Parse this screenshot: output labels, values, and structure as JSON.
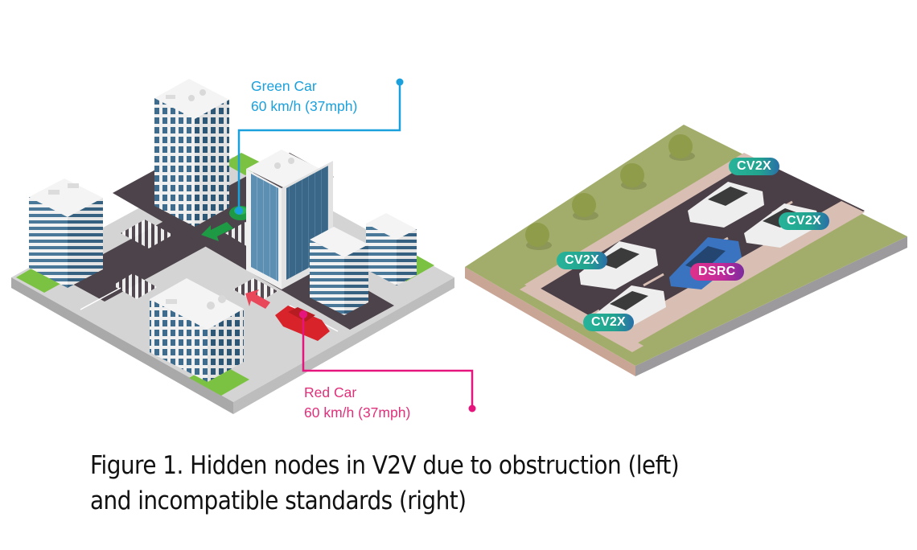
{
  "figure": {
    "left_scene": {
      "callouts": [
        {
          "id": "green",
          "title": "Green Car",
          "speed": "60 km/h (37mph)",
          "color": "#1aa0dc"
        },
        {
          "id": "red",
          "title": "Red Car",
          "speed": "60 km/h (37mph)",
          "color": "#e0307a"
        }
      ],
      "arrow_colors": {
        "green": "#1e9a45",
        "red": "#e8485a"
      }
    },
    "right_scene": {
      "badges": [
        {
          "label": "CV2X",
          "standard": "cv2x"
        },
        {
          "label": "CV2X",
          "standard": "cv2x"
        },
        {
          "label": "CV2X",
          "standard": "cv2x"
        },
        {
          "label": "CV2X",
          "standard": "cv2x"
        },
        {
          "label": "DSRC",
          "standard": "dsrc"
        }
      ],
      "colors": {
        "cv2x": "#27b49a",
        "dsrc": "#c02a9a",
        "grass": "#a3ad6b",
        "road": "#4b3f47"
      }
    },
    "caption": {
      "line1": "Figure 1. Hidden nodes in V2V due to obstruction (left)",
      "line2": "and incompatible standards (right)"
    }
  }
}
